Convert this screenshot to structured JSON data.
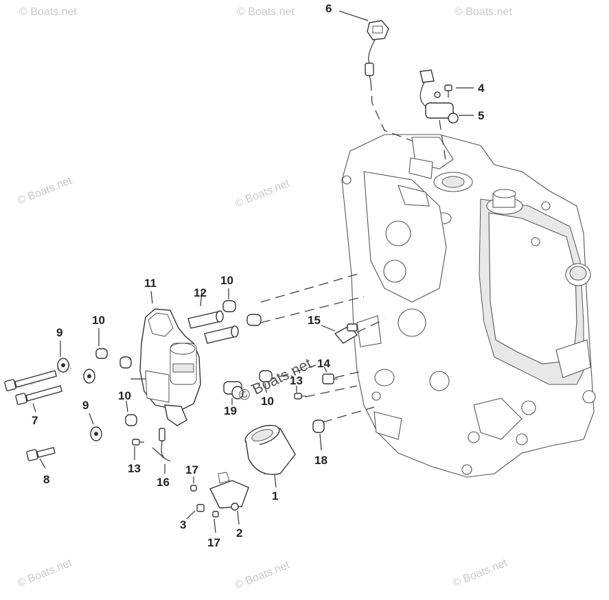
{
  "watermark": {
    "text": "© Boats.net"
  },
  "callouts": [
    {
      "id": "c6",
      "label": "6"
    },
    {
      "id": "c4",
      "label": "4"
    },
    {
      "id": "c5",
      "label": "5"
    },
    {
      "id": "c11",
      "label": "11"
    },
    {
      "id": "c12",
      "label": "12"
    },
    {
      "id": "c10a",
      "label": "10"
    },
    {
      "id": "c10b",
      "label": "10"
    },
    {
      "id": "c9a",
      "label": "9"
    },
    {
      "id": "c9b",
      "label": "9"
    },
    {
      "id": "c10c",
      "label": "10"
    },
    {
      "id": "c15",
      "label": "15"
    },
    {
      "id": "c14",
      "label": "14"
    },
    {
      "id": "c13a",
      "label": "13"
    },
    {
      "id": "c19",
      "label": "19"
    },
    {
      "id": "c10d",
      "label": "10"
    },
    {
      "id": "c7",
      "label": "7"
    },
    {
      "id": "c13b",
      "label": "13"
    },
    {
      "id": "c8",
      "label": "8"
    },
    {
      "id": "c16",
      "label": "16"
    },
    {
      "id": "c17a",
      "label": "17"
    },
    {
      "id": "c18",
      "label": "18"
    },
    {
      "id": "c1",
      "label": "1"
    },
    {
      "id": "c3",
      "label": "3"
    },
    {
      "id": "c2",
      "label": "2"
    },
    {
      "id": "c17b",
      "label": "17"
    }
  ]
}
